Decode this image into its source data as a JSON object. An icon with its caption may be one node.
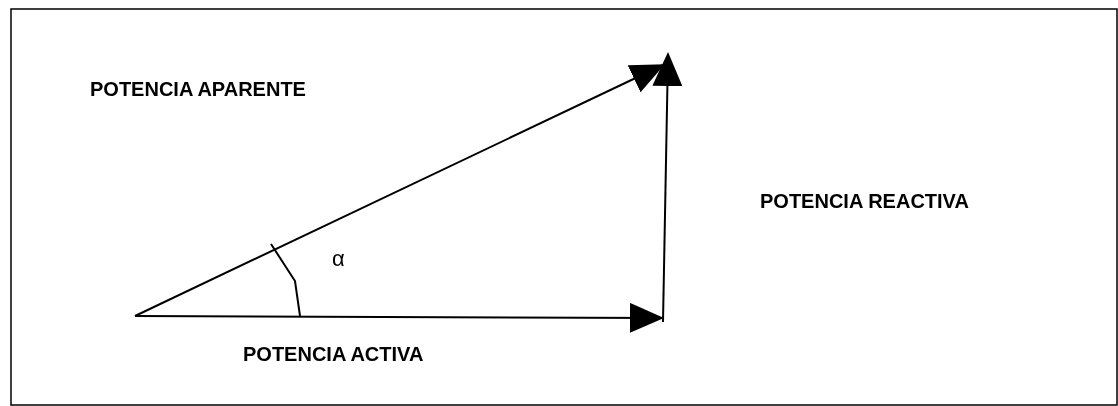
{
  "diagram": {
    "labels": [
      "POTENCIA APARENTE",
      "POTENCIA REACTIVA",
      "α",
      "POTENCIA ACTIVA"
    ]
  }
}
